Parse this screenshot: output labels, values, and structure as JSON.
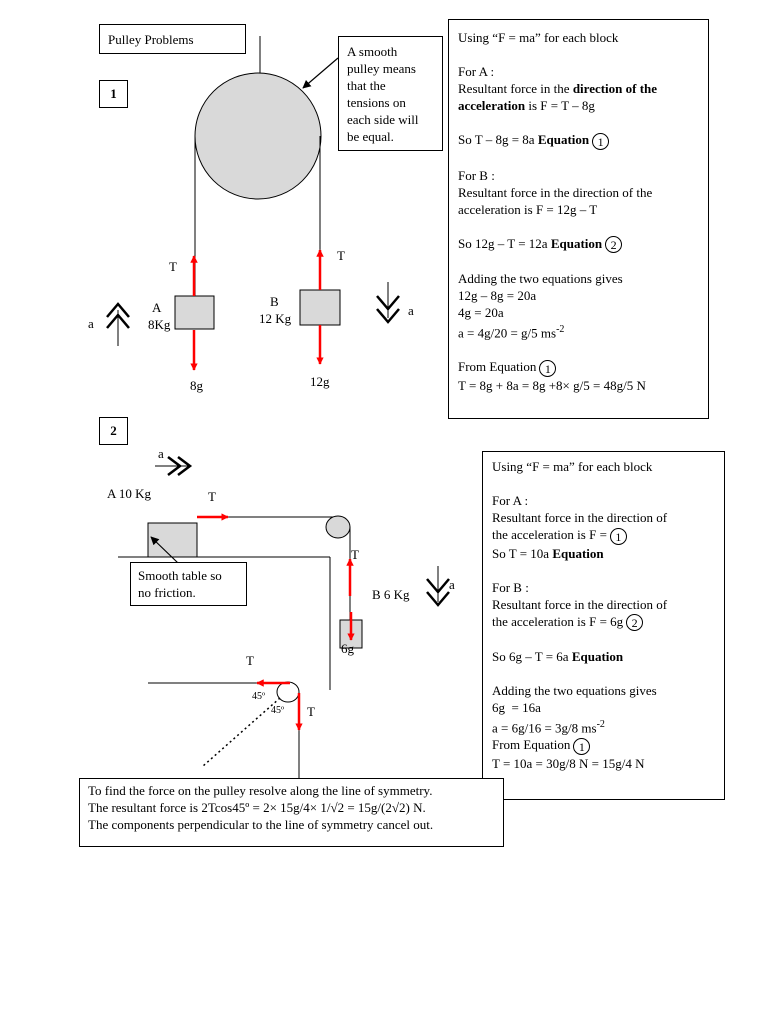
{
  "title": "Pulley Problems",
  "problem1": {
    "number": "1",
    "note": [
      "A smooth",
      "pulley means",
      "that the",
      "tensions on",
      "each side will",
      "be equal."
    ],
    "block_a": {
      "name": "A",
      "mass": "8Kg",
      "weight": "8g",
      "tension": "T"
    },
    "block_b": {
      "name": "B",
      "mass": "12 Kg",
      "weight": "12g",
      "tension": "T"
    },
    "accel_label": "a",
    "solution": {
      "heading": "Using “F = ma” for each block",
      "for_a": "For A :",
      "a_line1_pre": "Resultant force in the ",
      "a_line1_bold": "direction of the",
      "a_line2_bold": "acceleration",
      "a_line2_rest": " is F = T – 8g",
      "eq1_pre": "So T – 8g = 8a ",
      "eq_word": "Equation",
      "eq1_num": "1",
      "for_b": "For B :",
      "b_line1": "Resultant force in the direction of the",
      "b_line2": "acceleration is F = 12g – T",
      "eq2_pre": "So 12g – T = 12a ",
      "eq2_num": "2",
      "add": "Adding the two equations gives",
      "add1": "12g – 8g = 20a",
      "add2": "4g = 20a",
      "add3": "a = 4g/20 = g/5 ms",
      "add3_sup": "-2",
      "from_eq": "From Equation",
      "from_eq_num": "1",
      "final": "T = 8g + 8a = 8g +8× g/5 = 48g/5 N"
    }
  },
  "problem2": {
    "number": "2",
    "accel_label": "a",
    "block_a_label": "A 10 Kg",
    "tension": "T",
    "table_note": [
      "Smooth table so",
      "no friction."
    ],
    "block_b_label": "B 6 Kg",
    "block_b_weight": "6g",
    "angle": "45º",
    "solution": {
      "heading": "Using “F = ma” for each block",
      "for_a": "For A :",
      "a_line1": "Resultant force in the direction of",
      "a_line2": "the acceleration is F =",
      "a_circle": "1",
      "a_eq_pre": "So T = 10a ",
      "eq_word": "Equation",
      "for_b": "For B :",
      "b_line1": "Resultant force in the direction of",
      "b_line2": "the acceleration is F = 6g",
      "b_circle": "2",
      "b_eq_pre": "So 6g – T = 6a ",
      "add": "Adding the two equations gives",
      "add1": "6g  = 16a",
      "add2": "a = 6g/16 = 3g/8 ms",
      "add2_sup": "-2",
      "from_eq": "From Equation",
      "from_eq_num": "1",
      "final": "T = 10a = 30g/8 N = 15g/4 N"
    },
    "force_note": [
      "To find the force on the pulley resolve along the line of symmetry.",
      "The resultant force is 2Tcos45º = 2× 15g/4× 1/√2 = 15g/(2√2) N.",
      "The components perpendicular to the line of symmetry cancel out."
    ]
  },
  "colors": {
    "arrow": "#ff0000",
    "pulley": "#d9d9d9",
    "block": "#d9d9d9"
  }
}
